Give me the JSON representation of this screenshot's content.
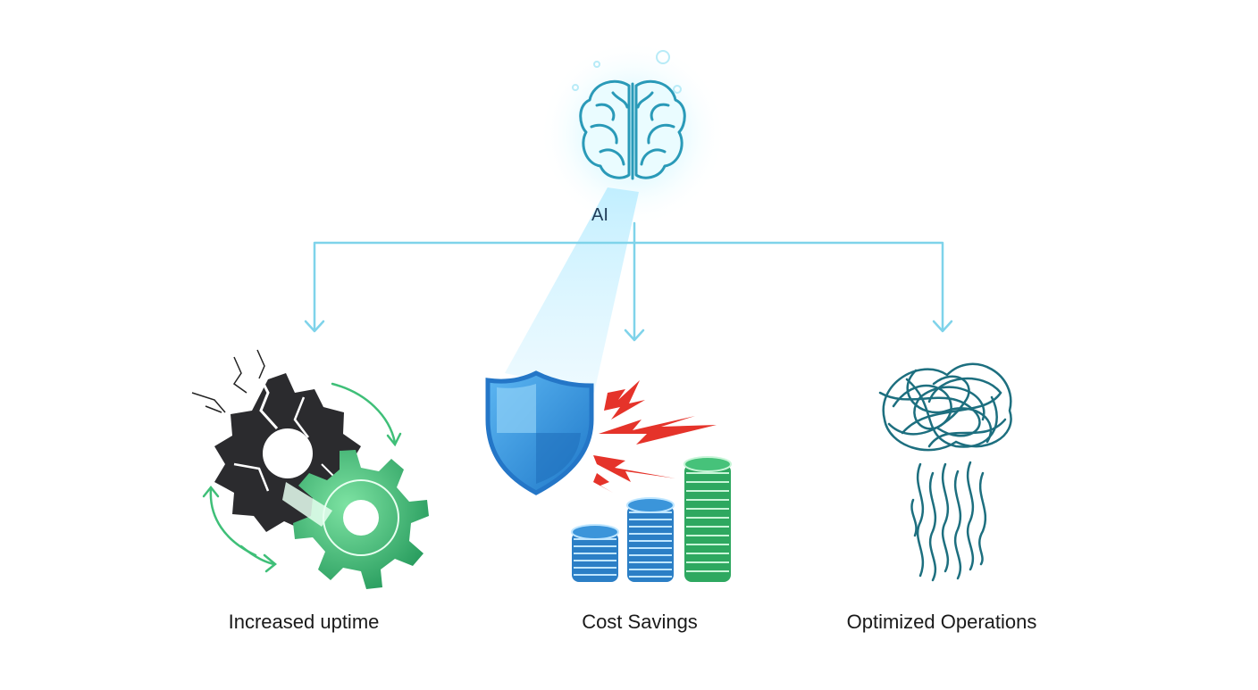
{
  "diagram": {
    "root": {
      "label": "AI",
      "icon": "brain-icon"
    },
    "branches": [
      {
        "label": "Increased uptime",
        "icon": "gears-repair-icon"
      },
      {
        "label": "Cost Savings",
        "icon": "shield-coins-icon"
      },
      {
        "label": "Optimized Operations",
        "icon": "tangle-to-lines-icon"
      }
    ],
    "colors": {
      "connector": "#7fd3ea",
      "brain": "#2a9ab8",
      "glow": "#b8f0ff",
      "gear_dark": "#2b2b2e",
      "gear_green": "#2ea860",
      "shield": "#2f8fdc",
      "bolt": "#e5332a",
      "coins_blue": "#2b7fc6",
      "coins_green": "#2ea860",
      "tangle": "#1d6f7f"
    }
  }
}
